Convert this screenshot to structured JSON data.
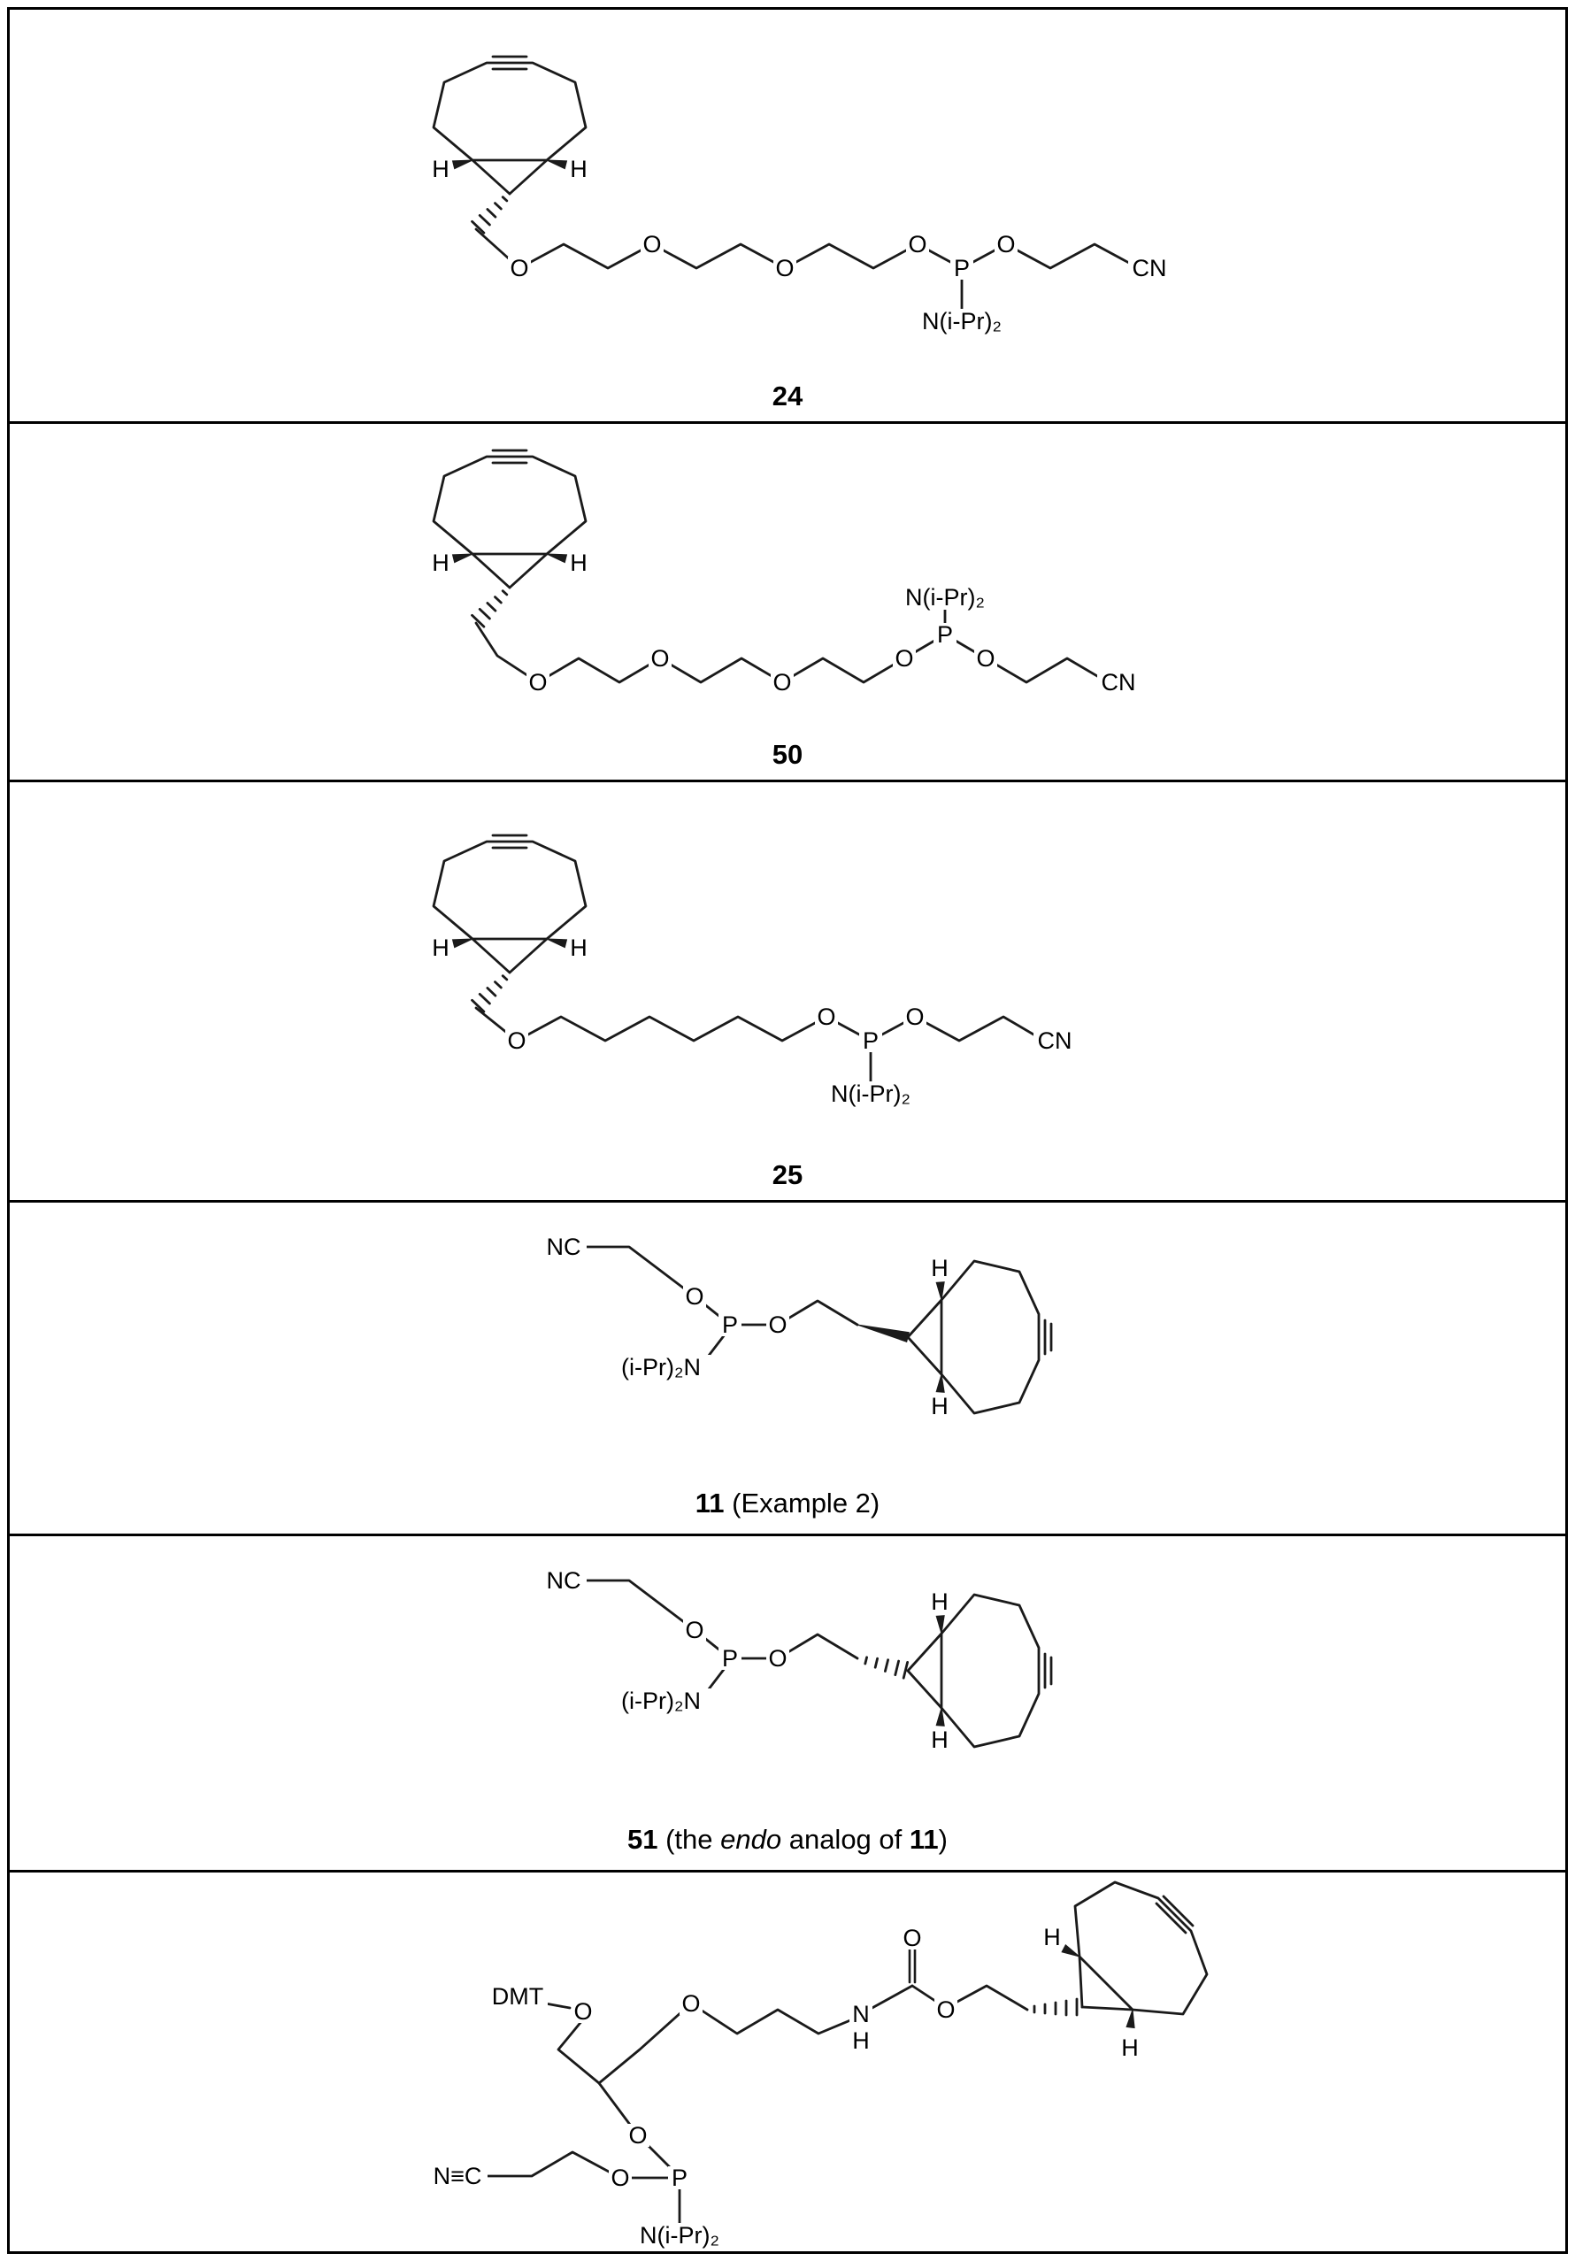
{
  "common": {
    "h": "H"
  },
  "panels": {
    "p24": {
      "caption": "24",
      "o1": "O",
      "o2": "O",
      "o3": "O",
      "o4": "O",
      "p": "P",
      "o5": "O",
      "cn": "CN",
      "amine": "N(i-Pr)₂"
    },
    "p50": {
      "caption": "50",
      "o1": "O",
      "o2": "O",
      "o3": "O",
      "o4": "O",
      "p": "P",
      "o5": "O",
      "cn": "CN",
      "amine": "N(i-Pr)₂"
    },
    "p25": {
      "caption": "25",
      "o1": "O",
      "o2": "O",
      "p": "P",
      "o3": "O",
      "cn": "CN",
      "amine": "N(i-Pr)₂"
    },
    "p11": {
      "nc": "NC",
      "o1": "O",
      "p": "P",
      "o2": "O",
      "amine": "(i-Pr)₂N",
      "cap_num": "11",
      "cap_rest": " (Example 2)"
    },
    "p51": {
      "nc": "NC",
      "o1": "O",
      "p": "P",
      "o2": "O",
      "amine": "(i-Pr)₂N",
      "cap_num": "51",
      "cap_a": " (the ",
      "cap_endo": "endo",
      "cap_b": " analog of ",
      "cap_num2": "11",
      "cap_c": ")"
    },
    "p6": {
      "dmt": "DMT",
      "o_dmt": "O",
      "o_ether": "O",
      "n": "N",
      "h_n": "H",
      "o_carbonyl": "O",
      "o_ester": "O",
      "o_link": "O",
      "o_cne": "O",
      "p": "P",
      "cyano": "N≡C",
      "amine": "N(i-Pr)₂"
    }
  }
}
